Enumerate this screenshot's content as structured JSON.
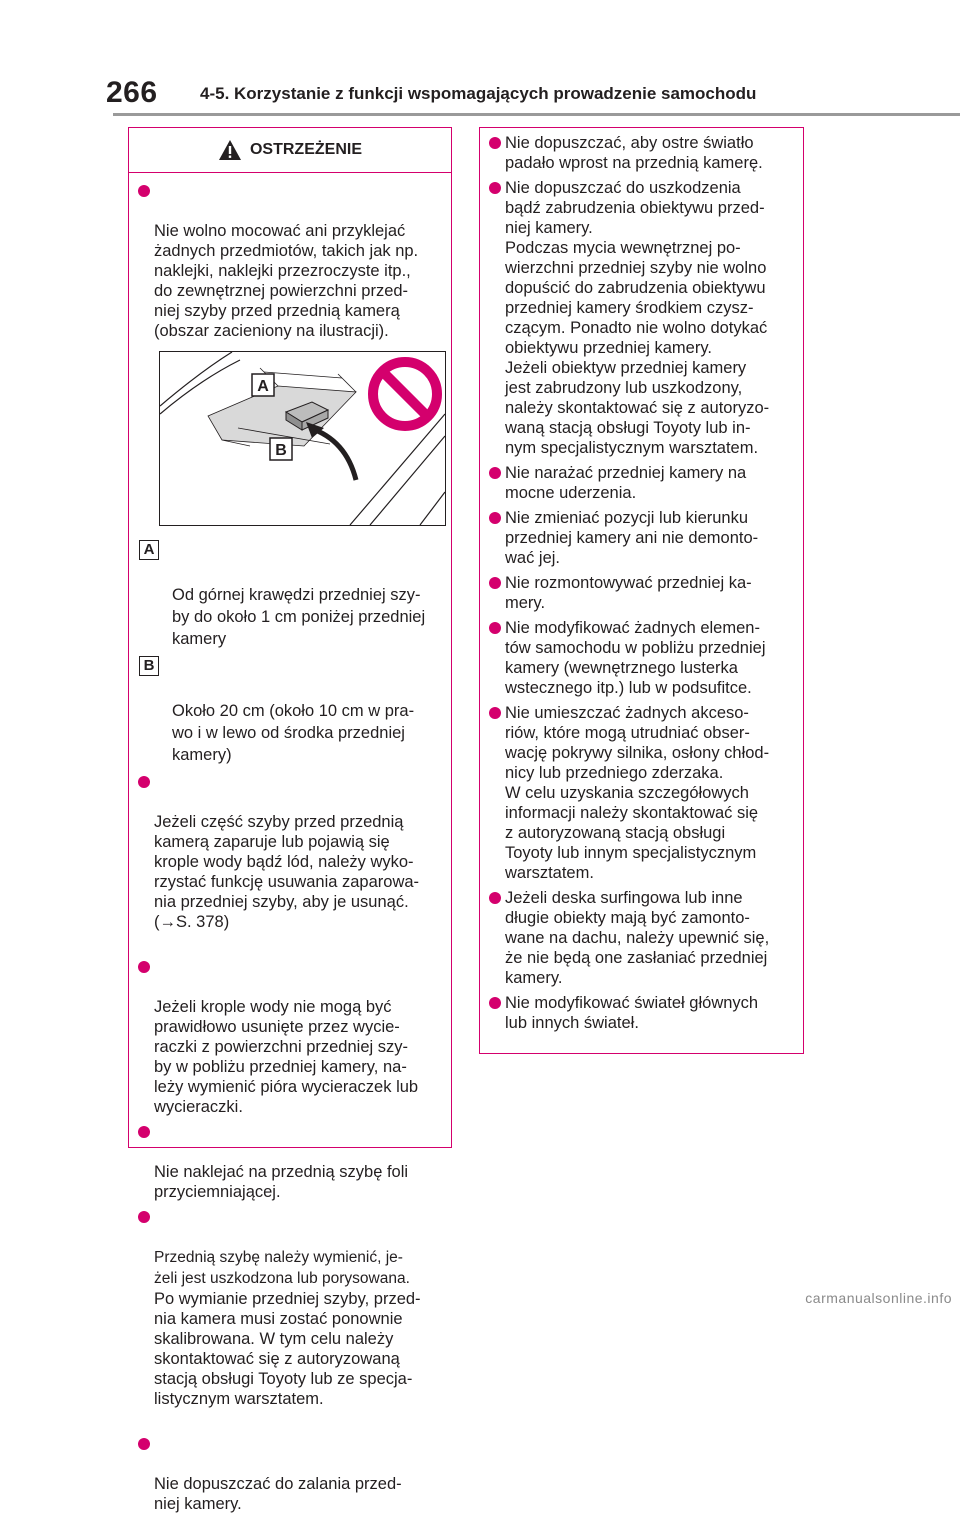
{
  "header": {
    "page_number": "266",
    "section_title": "4-5. Korzystanie z funkcji wspomagających prowadzenie samochodu"
  },
  "colors": {
    "accent": "#d4006d",
    "text": "#231f20",
    "rule": "#9a9a9a"
  },
  "warning": {
    "title": "OSTRZEŻENIE",
    "icon": "warning-triangle-icon"
  },
  "left": {
    "item1": "Nie wolno mocować ani przyklejać\nżadnych przedmiotów, takich jak np.\nnaklejki, naklejki przezroczyste itp.,\ndo zewnętrznej powierzchni przed-\nniej szyby przed przednią kamerą\n(obszar zacieniony na ilustracji).",
    "illustration": {
      "label_a": "A",
      "label_b": "B",
      "icon": "prohibited-sign-icon"
    },
    "annotations": [
      {
        "mark": "A",
        "text": "Od górnej krawędzi przedniej szy-\nby do około 1 cm poniżej przedniej\nkamery"
      },
      {
        "mark": "B",
        "text": "Około 20 cm (około 10 cm w pra-\nwo i w lewo od środka przedniej\nkamery)"
      }
    ],
    "item2": "Jeżeli część szyby przed przednią\nkamerą zaparuje lub pojawią się\nkrople wody bądź lód, należy wyko-\nrzystać funkcję usuwania zaparowa-\nnia przedniej szyby, aby je usunąć.",
    "item2_ref": "(→S. 378)",
    "item3": "Jeżeli krople wody nie mogą być\nprawidłowo usunięte przez wycie-\nraczki z powierzchni przedniej szy-\nby w pobliżu przedniej kamery, na-\nleży wymienić pióra wycieraczek lub\nwycieraczki.",
    "item4": "Nie naklejać na przednią szybę foli\nprzyciemniającej.",
    "item5a": "Przednią szybę należy wymienić, je-\nżeli jest uszkodzona lub porysowana.",
    "item5b": "Po wymianie przedniej szyby, przed-\nnia kamera musi zostać ponownie\nskalibrowana. W tym celu należy\nskontaktować się z autoryzowaną\nstacją obsługi Toyoty lub ze specja-\nlistycznym warsztatem.",
    "item6": "Nie dopuszczać do zalania przed-\nniej kamery."
  },
  "right": {
    "items": [
      "Nie dopuszczać, aby ostre światło\npadało wprost na przednią kamerę.",
      "Nie dopuszczać do uszkodzenia\nbądź zabrudzenia obiektywu przed-\nniej kamery.\nPodczas mycia wewnętrznej po-\nwierzchni przedniej szyby nie wolno\ndopuścić do zabrudzenia obiektywu\nprzedniej kamery środkiem czysz-\nczącym. Ponadto nie wolno dotykać\nobiektywu przedniej kamery.\nJeżeli obiektyw przedniej kamery\njest zabrudzony lub uszkodzony,\nnależy skontaktować się z autoryzo-\nwaną stacją obsługi Toyoty lub in-\nnym specjalistycznym warsztatem.",
      "Nie narażać przedniej kamery na\nmocne uderzenia.",
      "Nie zmieniać pozycji lub kierunku\nprzedniej kamery ani nie demonto-\nwać jej.",
      "Nie rozmontowywać przedniej ka-\nmery.",
      "Nie modyfikować żadnych elemen-\ntów samochodu w pobliżu przedniej\nkamery (wewnętrznego lusterka\nwstecznego itp.) lub w podsufitce.",
      "Nie umieszczać żadnych akceso-\nriów, które mogą utrudniać obser-\nwację pokrywy silnika, osłony chłod-\nnicy lub przedniego zderzaka.\nW celu uzyskania szczegółowych\ninformacji należy skontaktować się\nz autoryzowaną stacją obsługi\nToyoty lub innym specjalistycznym\nwarsztatem.",
      "Jeżeli deska surfingowa lub inne\ndługie obiekty mają być zamonto-\nwane na dachu, należy upewnić się,\nże nie będą one zasłaniać przedniej\nkamery.",
      "Nie modyfikować świateł głównych\nlub innych świateł."
    ]
  },
  "footer": {
    "watermark": "carmanualsonline.info"
  }
}
